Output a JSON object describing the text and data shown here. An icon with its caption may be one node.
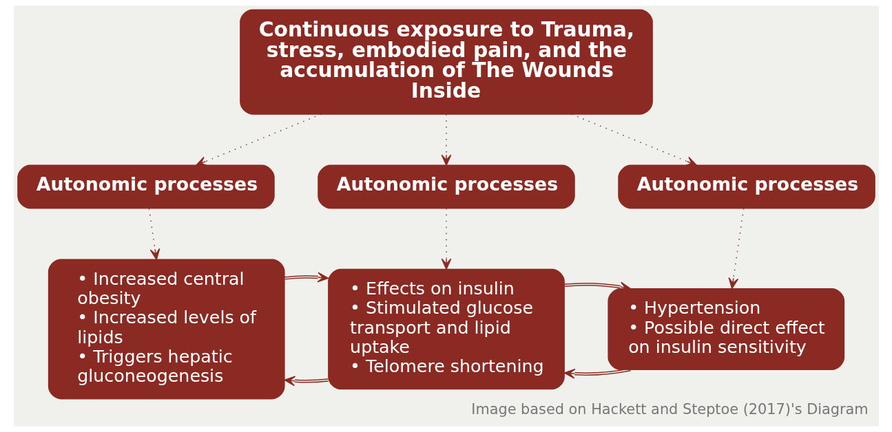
{
  "diagram": {
    "caption": "Image based on Hackett and Steptoe (2017)'s Diagram",
    "nodes": [
      {
        "text": [
          "Continuous exposure to Trauma, stress, embodied pain, and the accumulation of The Wounds Inside"
        ]
      },
      {
        "text": [
          "Autonomic processes"
        ]
      },
      {
        "text": [
          "Autonomic processes"
        ]
      },
      {
        "text": [
          "Autonomic processes"
        ]
      },
      {
        "text": [
          "• Increased central obesity",
          "• Increased levels of lipids",
          "• Triggers hepatic gluconeogenesis"
        ]
      },
      {
        "text": [
          "• Effects on insulin",
          "• Stimulated glucose transport and lipid uptake",
          "• Telomere shortening"
        ]
      },
      {
        "text": [
          "• Hypertension",
          "• Possible direct effect on insulin sensitivity"
        ]
      }
    ],
    "edges": [
      {
        "from": 0,
        "to": 1,
        "arrow": "to",
        "style": "dashed"
      },
      {
        "from": 0,
        "to": 2,
        "arrow": "to",
        "style": "dashed"
      },
      {
        "from": 0,
        "to": 3,
        "arrow": "to",
        "style": "dashed"
      },
      {
        "from": 1,
        "to": 4,
        "arrow": "to",
        "style": "dashed"
      },
      {
        "from": 2,
        "to": 5,
        "arrow": "to",
        "style": "dashed"
      },
      {
        "from": 3,
        "to": 6,
        "arrow": "to",
        "style": "dashed"
      },
      {
        "from": 5,
        "to": 4,
        "arrow": "to"
      },
      {
        "from": 4,
        "to": 5,
        "arrow": "to"
      },
      {
        "from": 6,
        "to": 5,
        "arrow": "to"
      },
      {
        "from": 5,
        "to": 6,
        "arrow": "to"
      }
    ]
  }
}
